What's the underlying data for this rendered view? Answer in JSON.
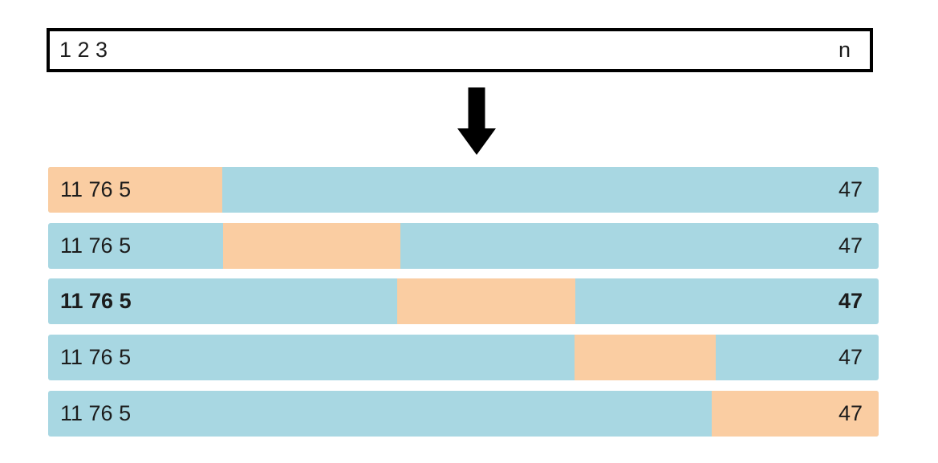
{
  "top_box": {
    "left_label": "1 2 3",
    "right_label": "n"
  },
  "arrow": {
    "icon": "down-arrow-icon",
    "direction": "down"
  },
  "rows": [
    {
      "left_label": "11 76 5",
      "right_label": "47",
      "window_left_pct": 0,
      "window_width_pct": 21.0,
      "bold": false
    },
    {
      "left_label": "11 76 5",
      "right_label": "47",
      "window_left_pct": 21.1,
      "window_width_pct": 21.3,
      "bold": false
    },
    {
      "left_label": "11 76 5",
      "right_label": "47",
      "window_left_pct": 42.0,
      "window_width_pct": 21.5,
      "bold": true
    },
    {
      "left_label": "11 76 5",
      "right_label": "47",
      "window_left_pct": 63.4,
      "window_width_pct": 17.0,
      "bold": false
    },
    {
      "left_label": "11 76 5",
      "right_label": "47",
      "window_left_pct": 79.9,
      "window_width_pct": 20.1,
      "bold": false
    }
  ],
  "colors": {
    "bar_blue": "#A8D7E2",
    "window_orange": "#FACDA2",
    "text": "#1C1C1C",
    "arrow": "#000000",
    "box_border": "#000000",
    "box_fill": "#FFFFFF",
    "background": "#FFFFFF"
  }
}
